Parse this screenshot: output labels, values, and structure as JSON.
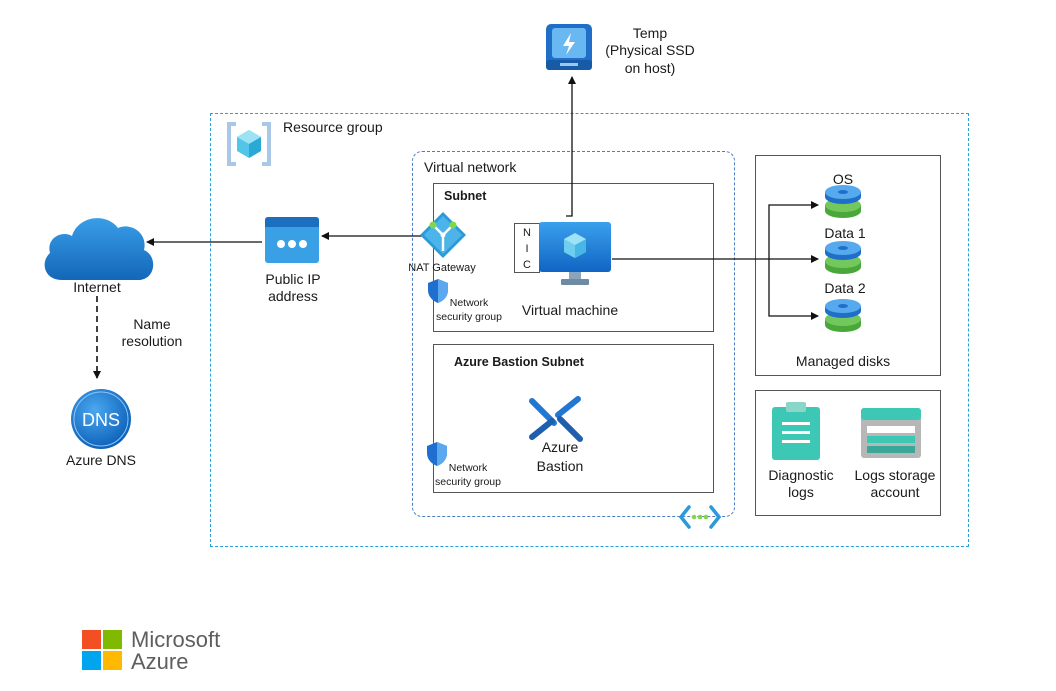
{
  "resource_group": {
    "label": "Resource group"
  },
  "virtual_network": {
    "label": "Virtual network"
  },
  "subnet": {
    "label": "Subnet"
  },
  "bastion_subnet": {
    "label": "Azure Bastion Subnet"
  },
  "internet": {
    "label": "Internet"
  },
  "name_resolution": {
    "line1": "Name",
    "line2": "resolution"
  },
  "azure_dns": {
    "label": "Azure DNS",
    "icon_text": "DNS"
  },
  "public_ip": {
    "line1": "Public IP",
    "line2": "address"
  },
  "nat_gateway": {
    "label": "NAT Gateway"
  },
  "nsg": {
    "line1": "Network",
    "line2": "security group"
  },
  "nic": {
    "letters": [
      "N",
      "I",
      "C"
    ]
  },
  "virtual_machine": {
    "label": "Virtual machine"
  },
  "temp": {
    "line1": "Temp",
    "line2": "(Physical SSD",
    "line3": "on host)"
  },
  "managed_disks": {
    "label": "Managed disks",
    "os": "OS",
    "data1": "Data 1",
    "data2": "Data 2"
  },
  "diagnostic_logs": {
    "line1": "Diagnostic",
    "line2": "logs"
  },
  "logs_storage": {
    "line1": "Logs storage",
    "line2": "account"
  },
  "azure_bastion": {
    "line1": "Azure",
    "line2": "Bastion"
  },
  "logo": {
    "line1": "Microsoft",
    "line2": "Azure"
  },
  "colors": {
    "azure_blue": "#0078d4",
    "dashed_border": "#2a9fd6",
    "disk_green": "#5ab54a",
    "logs_teal": "#3cc8b4"
  }
}
